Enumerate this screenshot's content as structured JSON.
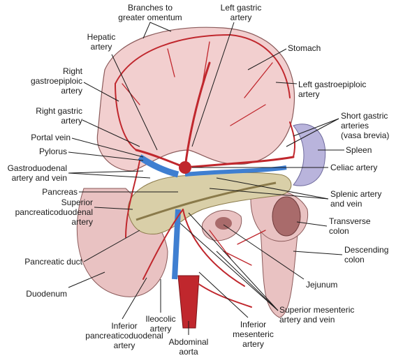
{
  "labels": {
    "branches_to_greater_omentum": "Branches to\ngreater omentum",
    "left_gastric_artery": "Left gastric\nartery",
    "hepatic_artery": "Hepatic\nartery",
    "stomach": "Stomach",
    "right_gastroepiploic_artery": "Right\ngastroepiploic\nartery",
    "left_gastroepiploic_artery": "Left gastroepiploic\nartery",
    "right_gastric_artery": "Right gastric\nartery",
    "short_gastric_arteries": "Short gastric\narteries\n(vasa brevia)",
    "portal_vein": "Portal vein",
    "pylorus": "Pylorus",
    "spleen": "Spleen",
    "gastroduodenal_artery_and_vein": "Gastroduodenal\nartery and vein",
    "celiac_artery": "Celiac artery",
    "pancreas": "Pancreas",
    "splenic_artery_and_vein": "Splenic artery\nand vein",
    "superior_pancreaticoduodenal_artery": "Superior\npancreaticoduodenal\nartery",
    "transverse_colon": "Transverse\ncolon",
    "descending_colon": "Descending\ncolon",
    "pancreatic_duct": "Pancreatic duct",
    "jejunum": "Jejunum",
    "duodenum": "Duodenum",
    "superior_mesenteric_artery_and_vein": "Superior mesenteric\nartery and vein",
    "ileocolic_artery": "Ileocolic\nartery",
    "inferior_pancreaticoduodenal_artery": "Inferior\npancreaticoduodenal\nartery",
    "inferior_mesenteric_artery": "Inferior\nmesenteric\nartery",
    "abdominal_aorta": "Abdominal\naorta"
  },
  "colors": {
    "stomach": "#f2cfcf",
    "artery": "#c0272d",
    "vein": "#3f7fd1",
    "pancreas": "#d9cfa8",
    "spleen": "#b9b4dc",
    "intestine": "#e9c2c2"
  }
}
